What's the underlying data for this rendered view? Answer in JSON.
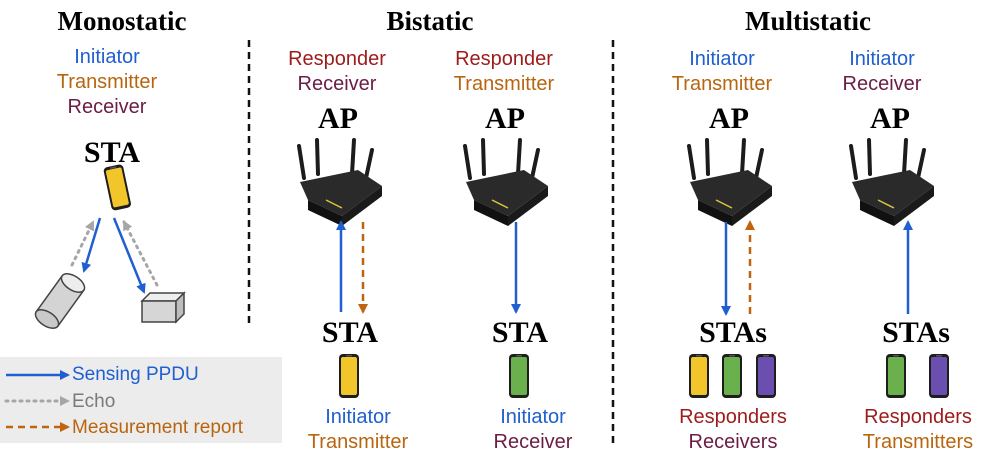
{
  "sections": {
    "mono": "Monostatic",
    "bi": "Bistatic",
    "multi": "Multistatic"
  },
  "mono": {
    "roles": [
      "Initiator",
      "Transmitter",
      "Receiver"
    ],
    "node": "STA"
  },
  "bi_left": {
    "roles_top": [
      "Responder",
      "Receiver"
    ],
    "ap": "AP",
    "sta": "STA",
    "roles_bottom": [
      "Initiator",
      "Transmitter"
    ]
  },
  "bi_right": {
    "roles_top": [
      "Responder",
      "Transmitter"
    ],
    "ap": "AP",
    "sta": "STA",
    "roles_bottom": [
      "Initiator",
      "Receiver"
    ]
  },
  "multi_left": {
    "roles_top": [
      "Initiator",
      "Transmitter"
    ],
    "ap": "AP",
    "sta": "STAs",
    "roles_bottom": [
      "Responders",
      "Receivers"
    ]
  },
  "multi_right": {
    "roles_top": [
      "Initiator",
      "Receiver"
    ],
    "ap": "AP",
    "sta": "STAs",
    "roles_bottom": [
      "Responders",
      "Transmitters"
    ]
  },
  "legend": {
    "sensing": "Sensing PPDU",
    "echo": "Echo",
    "report": "Measurement report"
  },
  "colors": {
    "initiator": "#1f5fd0",
    "transmitter": "#b8650f",
    "receiver": "#6b1d45",
    "responder": "#9e1b1b",
    "sensing_arrow": "#1f5fd0",
    "echo_arrow": "#a6a6a6",
    "report_arrow": "#c0640f",
    "phone_yellow": "#f2c52a",
    "phone_green": "#6ab04c",
    "phone_purple": "#6a4fb0"
  },
  "icons": [
    "router-icon",
    "smartphone-icon",
    "cylinder-object-icon",
    "box-object-icon"
  ]
}
